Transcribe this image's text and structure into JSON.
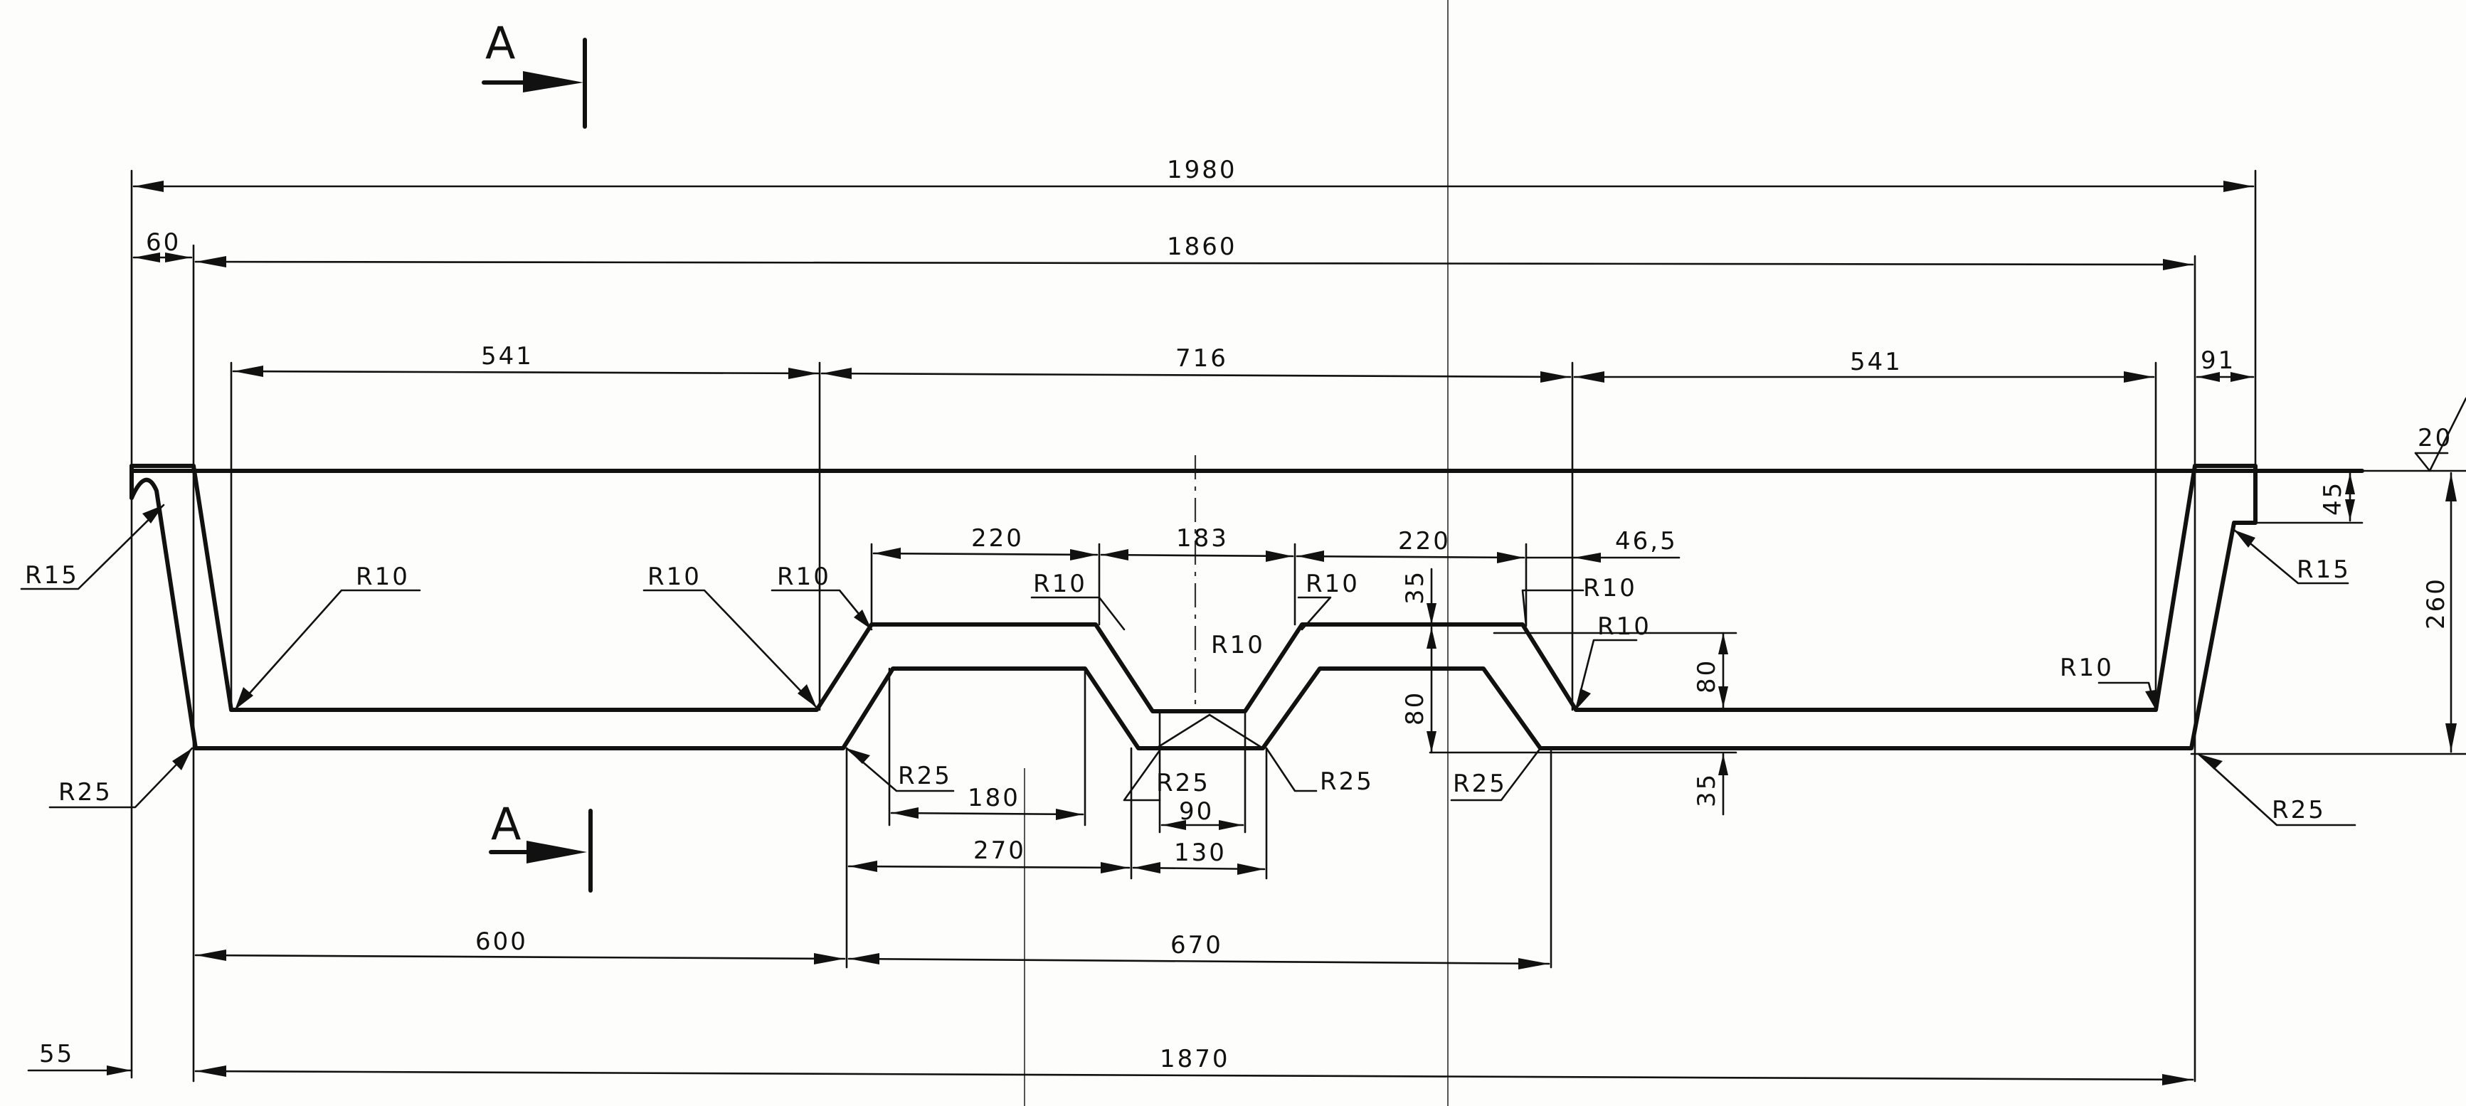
{
  "section_marker": "A",
  "dimensions": {
    "overall_width": "1980",
    "inner_top_width": "1860",
    "bottom_width": "1870",
    "left_offset": "60",
    "right_offset": "91",
    "left_foot": "55",
    "left_compartment": "541",
    "center_span": "716",
    "right_compartment": "541",
    "center_rib_left": "220",
    "center_gap": "183",
    "center_rib_right": "220",
    "chamfer_width": "46,5",
    "lower_left_span": "600",
    "lower_center_span": "670",
    "pocket_inner": "180",
    "pocket_inner_narrow": "90",
    "pocket_base_left": "270",
    "pocket_base_right": "130",
    "rib_height_top": "35",
    "rib_height": "80",
    "rib_height_right": "80",
    "rib_height_bottom": "35",
    "lip_height": "45",
    "total_height": "260"
  },
  "radii": {
    "r15": "R15",
    "r10": "R10",
    "r25": "R25"
  },
  "surface_finish": "20"
}
